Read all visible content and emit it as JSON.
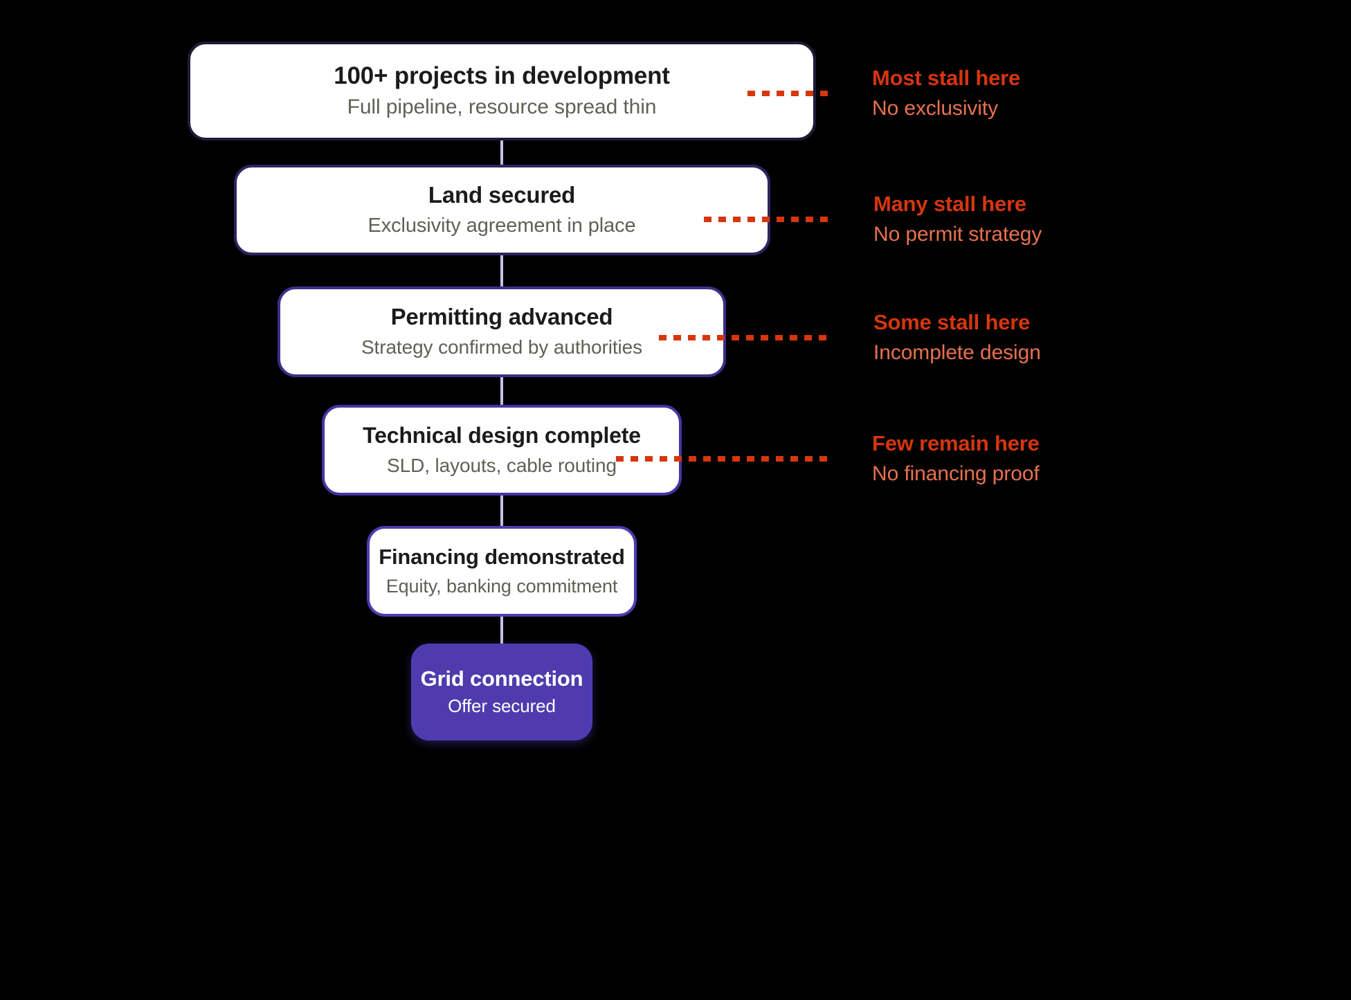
{
  "diagram": {
    "type": "funnel",
    "background_color": "#000000",
    "accent_color": "#4f3bae",
    "annotation_color": "#d6360e",
    "annotation_sub_color": "#e9714f",
    "stages": [
      {
        "title": "100+ projects in development",
        "subtitle": "Full pipeline, resource spread thin",
        "border_color": "#1e1b38",
        "fill": "#ffffff"
      },
      {
        "title": "Land secured",
        "subtitle": "Exclusivity agreement in place",
        "border_color": "#2d2560",
        "fill": "#ffffff"
      },
      {
        "title": "Permitting advanced",
        "subtitle": "Strategy confirmed by authorities",
        "border_color": "#3c2f88",
        "fill": "#ffffff"
      },
      {
        "title": "Technical design complete",
        "subtitle": "SLD, layouts, cable routing",
        "border_color": "#4633a4",
        "fill": "#ffffff"
      },
      {
        "title": "Financing demonstrated",
        "subtitle": "Equity, banking commitment",
        "border_color": "#4f3bb2",
        "fill": "#ffffff"
      },
      {
        "title": "Grid connection",
        "subtitle": "Offer secured",
        "border_color": "#4f3bb2",
        "fill": "#4f3bae"
      }
    ],
    "annotations": [
      {
        "headline": "Most stall here",
        "reason": "No exclusivity"
      },
      {
        "headline": "Many stall here",
        "reason": "No permit strategy"
      },
      {
        "headline": "Some stall here",
        "reason": "Incomplete design"
      },
      {
        "headline": "Few remain here",
        "reason": "No financing proof"
      }
    ]
  }
}
